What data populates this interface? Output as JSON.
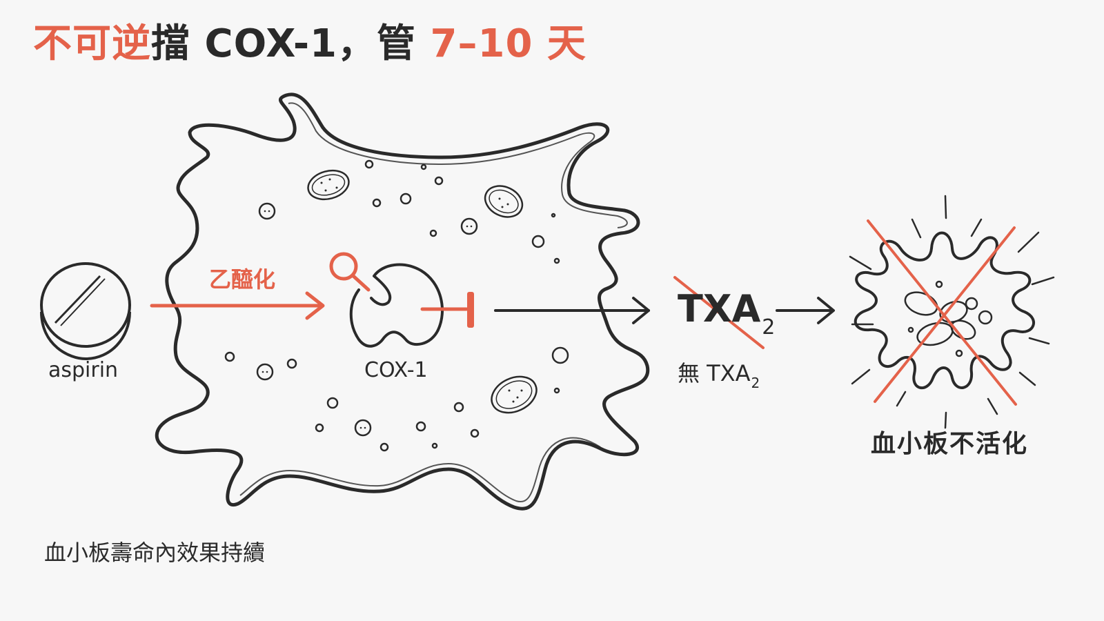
{
  "title": {
    "part1": "不可逆",
    "part2": "擋 COX-1，管 ",
    "part3": "7–10 天"
  },
  "labels": {
    "aspirin": "aspirin",
    "acetylation": "乙醯化",
    "cox1": "COX-1",
    "txa_base": "TXA",
    "txa_sub": "2",
    "no_txa_prefix": "無 TXA",
    "no_txa_sub": "2",
    "platelet_inactive": "血小板不活化",
    "duration_note": "血小板壽命內效果持續"
  },
  "colors": {
    "accent": "#e4624a",
    "ink": "#2a2a2a",
    "background": "#f7f7f7"
  }
}
